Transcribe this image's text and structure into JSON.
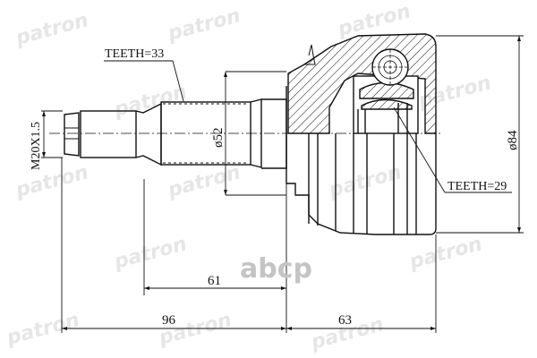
{
  "drawing": {
    "title": "CV joint outer (drive shaft joint) technical drawing",
    "watermark_brand": "patron",
    "logo_text": "abcp",
    "line_color": "#111111",
    "watermark_color": "#e6e6e6",
    "logo_color": "#c4c4c4"
  },
  "annotations": {
    "teeth_outer": "TEETH=33",
    "teeth_inner": "TEETH=29",
    "thread": "M20X1.5",
    "diameter_shaft": "ø52",
    "diameter_housing": "ø84",
    "length_61": "61",
    "length_96": "96",
    "length_63": "63"
  }
}
